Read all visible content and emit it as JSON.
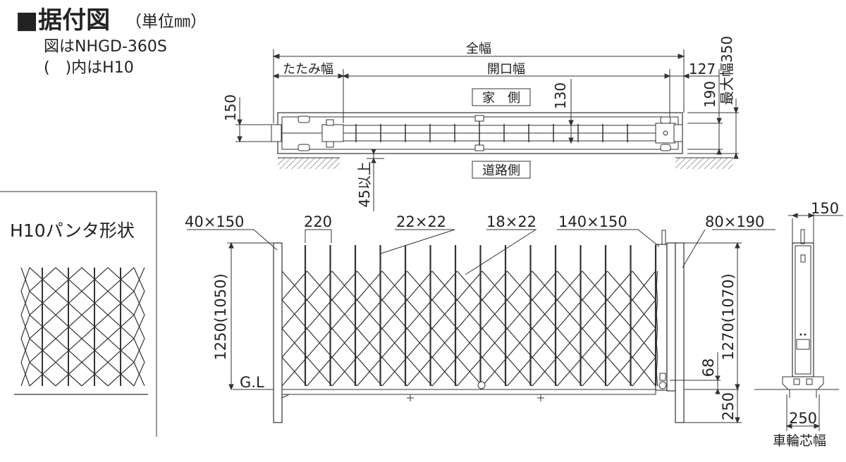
{
  "header": {
    "title": "■据付図",
    "unit": "（単位㎜）",
    "model_line": "図はNHGD-360S",
    "note_line": "(　)内はH10"
  },
  "plan_view": {
    "overall_width": "全幅",
    "folded_width": "たたみ幅",
    "opening_width": "開口幅",
    "house_side": "家　側",
    "road_side": "道路側",
    "dim_150": "150",
    "dim_130": "130",
    "dim_127": "127",
    "dim_190": "190",
    "max_width_350": "最大幅350",
    "dim_45_or_more": "45以上"
  },
  "h10_panel": {
    "title": "H10パンタ形状"
  },
  "elevation": {
    "dim_40x150": "40×150",
    "dim_220": "220",
    "dim_22x22": "22×22",
    "dim_18x22": "18×22",
    "dim_140x150": "140×150",
    "dim_80x190": "80×190",
    "height_left": "1250(1050)",
    "height_right": "1270(1070)",
    "ground_line": "G.L",
    "dim_68": "68",
    "dim_250": "250"
  },
  "side_view": {
    "dim_150": "150",
    "dim_250": "250",
    "wheel_center_width": "車輪芯幅"
  }
}
